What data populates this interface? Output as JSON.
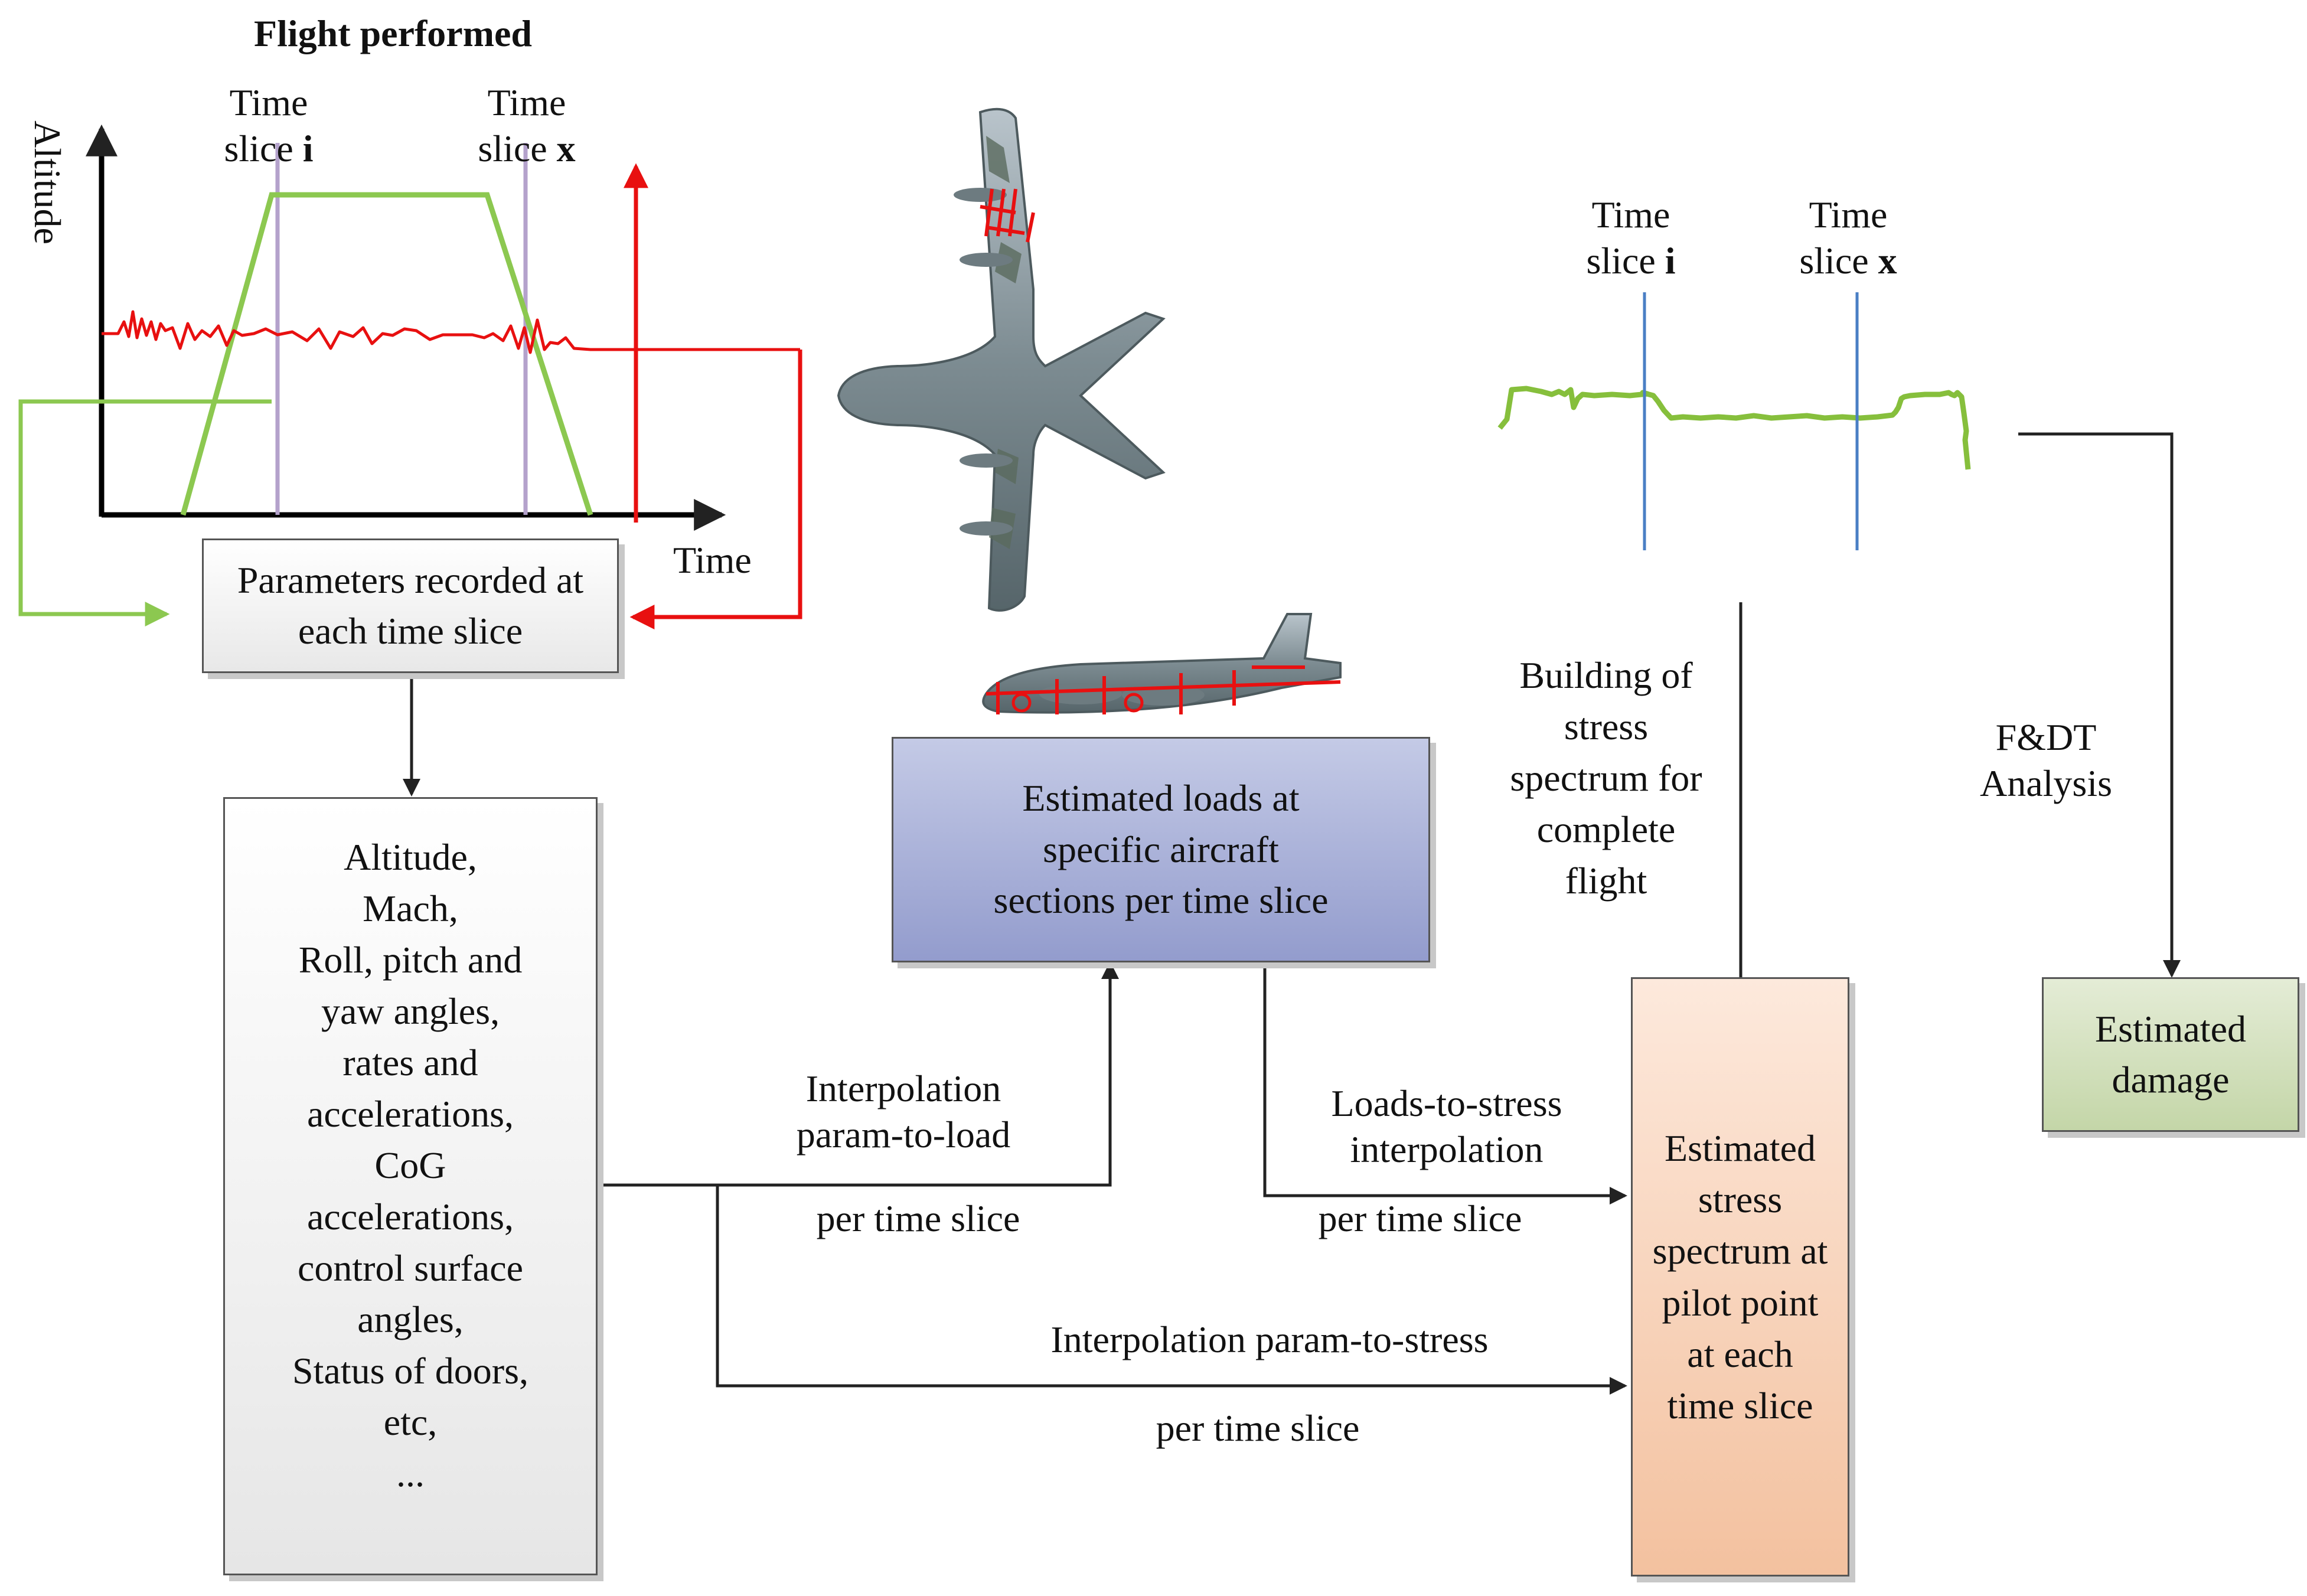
{
  "chart_title": "Flight performed",
  "axes": {
    "y_label": "Altitude",
    "x_label": "Time"
  },
  "time_slices": {
    "left_i": {
      "line1": "Time",
      "line2_prefix": "slice ",
      "line2_bold": "i"
    },
    "left_x": {
      "line1": "Time",
      "line2_prefix": "slice ",
      "line2_bold": "x"
    },
    "right_i": {
      "line1": "Time",
      "line2_prefix": "slice ",
      "line2_bold": "i"
    },
    "right_x": {
      "line1": "Time",
      "line2_prefix": "slice ",
      "line2_bold": "x"
    }
  },
  "boxes": {
    "params_recorded": {
      "line1": "Parameters recorded at",
      "line2": "each time slice"
    },
    "param_list": [
      "Altitude,",
      "Mach,",
      "Roll, pitch and",
      "yaw angles,",
      "rates and",
      "accelerations,",
      "CoG",
      "accelerations,",
      "control surface",
      "angles,",
      "Status of doors,",
      "etc,",
      "..."
    ],
    "estimated_loads": {
      "line1": "Estimated loads at",
      "line2": "specific aircraft",
      "line3": "sections per time slice"
    },
    "stress_spectrum": [
      "Estimated",
      "stress",
      "spectrum at",
      "pilot point",
      "at each",
      "time slice"
    ],
    "estimated_damage": {
      "line1": "Estimated",
      "line2": "damage"
    }
  },
  "edge_labels": {
    "param_to_load": {
      "line1": "Interpolation",
      "line2": "param-to-load",
      "line3": "per time slice"
    },
    "loads_to_stress": {
      "line1": "Loads-to-stress",
      "line2": "interpolation",
      "line3": "per time slice"
    },
    "param_to_stress": {
      "line1": "Interpolation param-to-stress",
      "line2": "per time slice"
    },
    "building": [
      "Building of",
      "stress",
      "spectrum for",
      "complete",
      "flight"
    ],
    "fdt": {
      "line1": "F&DT",
      "line2": "Analysis"
    }
  },
  "colors": {
    "altitude_line": "#8cc850",
    "parameter_line": "#e81010",
    "slice_marker_left": "#b4a2cc",
    "slice_marker_right": "#4a7fc4",
    "stress_trace": "#86bf3c",
    "loads_box_fill": "#a4acd6",
    "stress_box_fill": "#f6ccb0",
    "damage_box_fill": "#cdddb4"
  },
  "icons": [
    "aircraft-top-view-icon",
    "aircraft-side-view-icon"
  ]
}
